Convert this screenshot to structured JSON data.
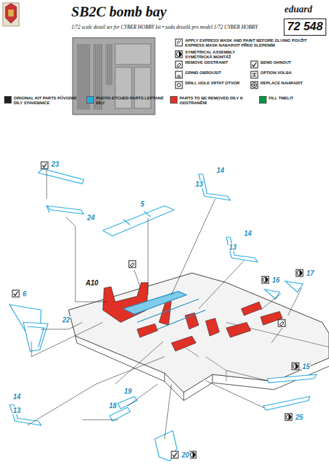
{
  "diagram": {
    "title": "SB2C bomb bay",
    "caption": "1/72 scale detail set for CYBER HOBBY kit • sada detailů pro model 1/72 CYBER HOBBY",
    "labels": [
      "eduard",
      "72 548",
      "23",
      "24",
      "5",
      "14",
      "13",
      "14",
      "13",
      "6",
      "22",
      "A10",
      "16",
      "17",
      "15",
      "25",
      "14",
      "13",
      "19",
      "18",
      "20"
    ],
    "legend": [
      {
        "text": "APPLY EXPRESS MASK AND PAINT BEFORE GLUING POUŽIT EXPRESS MASK NABARVIT PŘED SLEPENÍM"
      },
      {
        "text": "SYMETRICAL ASSEMBLY SYMETRICKÁ MONTÁŽ"
      },
      {
        "text": "REMOVE ODSTRANIT"
      },
      {
        "text": "BEND OHNOUT"
      },
      {
        "text": "GRIND OBROUSIT"
      },
      {
        "text": "OPTION VOLBA"
      },
      {
        "text": "DRILL HOLE VRTAT OTVOR"
      },
      {
        "text": "REPLACE NAHRADIT"
      },
      {
        "text": "ORIGINAL KIT PARTS PŮVODNÍ DÍLY STAVEBNICE",
        "color": "#231f20"
      },
      {
        "text": "PHOTO-ETCHED PARTS LEPTANÉ DÍLY",
        "color": "#29abe2"
      },
      {
        "text": "PARTS TO BE REMOVED DÍLY K ODSTRANĚNÍ",
        "color": "#e03127"
      },
      {
        "text": "FILL TMELIT",
        "color": "#009640"
      }
    ]
  }
}
